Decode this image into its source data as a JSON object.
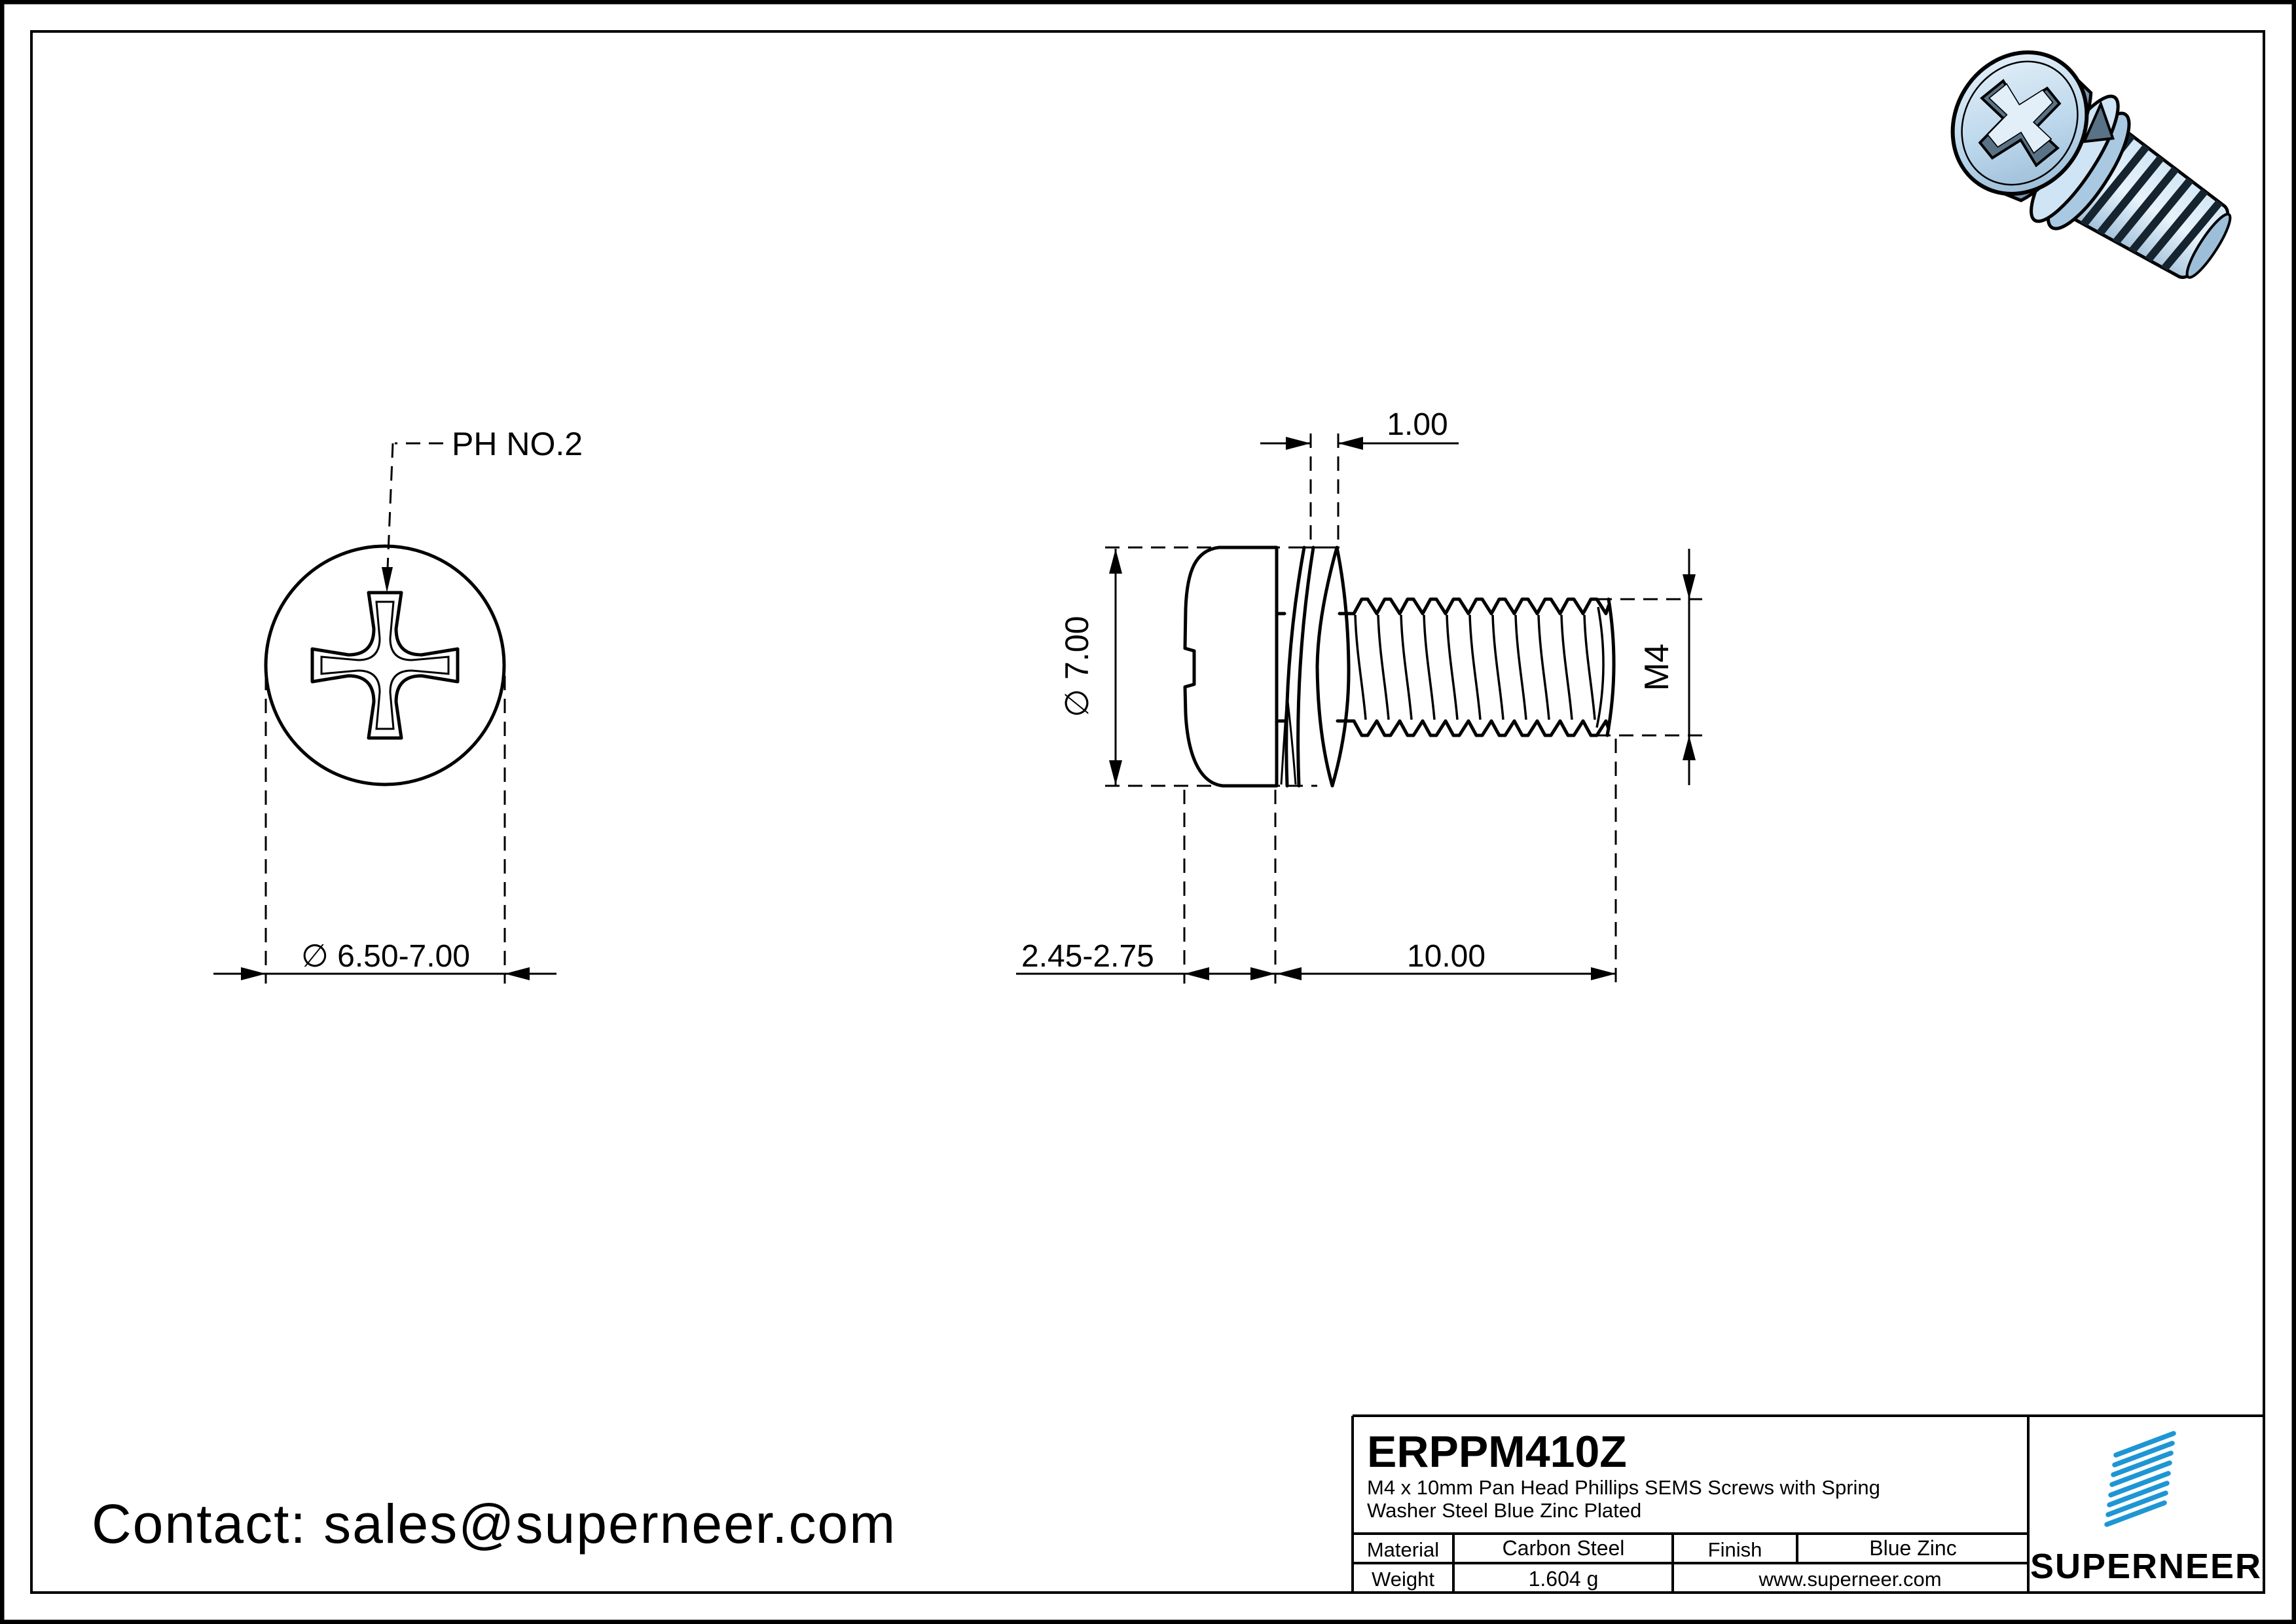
{
  "colors": {
    "line": "#000000",
    "accent_blue": "#1e96d4",
    "link_blue": "#1a82d4",
    "screw_light": "#dcecf8",
    "screw_mid": "#a9c9e2",
    "screw_shade": "#7795ad",
    "recess_gray": "#5a7285"
  },
  "views": {
    "top_view": {
      "drive_label": "PH NO.2",
      "head_diameter_range": "∅ 6.50-7.00"
    },
    "side_view": {
      "washer_thickness": "1.00",
      "head_diameter": "∅ 7.00",
      "head_height_range": "2.45-2.75",
      "thread_length": "10.00",
      "thread_spec": "M4"
    }
  },
  "contact": {
    "text": "Contact: sales@superneer.com"
  },
  "title_block": {
    "part_number": "ERPPM410Z",
    "description_line1": "M4 x 10mm Pan Head Phillips SEMS Screws with Spring",
    "description_line2": "Washer Steel Blue Zinc Plated",
    "material_label": "Material",
    "material_value": "Carbon Steel",
    "finish_label": "Finish",
    "finish_value": "Blue Zinc",
    "weight_label": "Weight",
    "weight_value": "1.604 g",
    "website": "www.superneer.com",
    "brand": "SUPERNEER"
  }
}
